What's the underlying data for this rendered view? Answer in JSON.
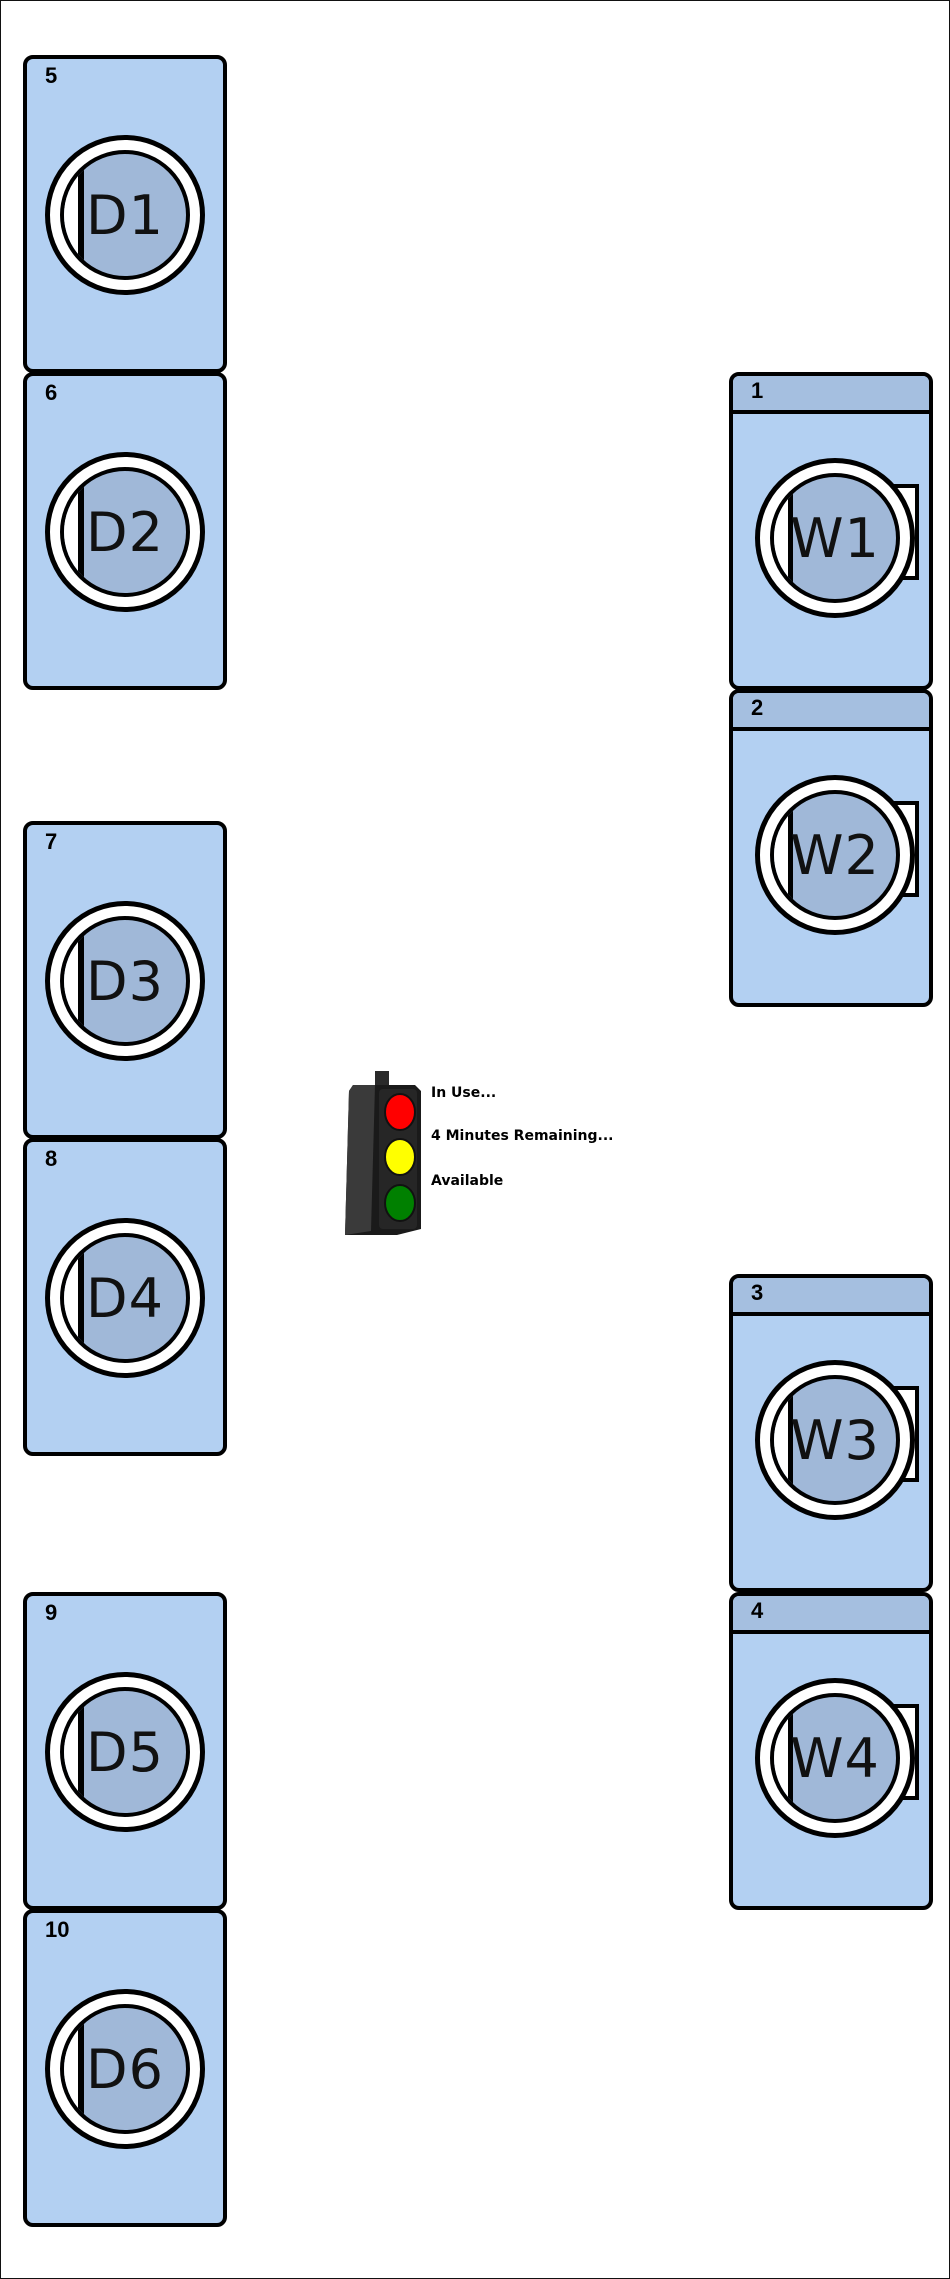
{
  "dryers": [
    {
      "number": "5",
      "label": "D1"
    },
    {
      "number": "6",
      "label": "D2"
    },
    {
      "number": "7",
      "label": "D3"
    },
    {
      "number": "8",
      "label": "D4"
    },
    {
      "number": "9",
      "label": "D5"
    },
    {
      "number": "10",
      "label": "D6"
    }
  ],
  "washers": [
    {
      "number": "1",
      "label": "W1"
    },
    {
      "number": "2",
      "label": "W2"
    },
    {
      "number": "3",
      "label": "W3"
    },
    {
      "number": "4",
      "label": "W4"
    }
  ],
  "legend": {
    "in_use": "In Use...",
    "minutes_remaining": "4 Minutes Remaining...",
    "available": "Available"
  },
  "colors": {
    "machine_fill": "#b3d0f2",
    "drum_fill": "#a0b8d8",
    "light_red": "#ff0000",
    "light_yellow": "#ffff00",
    "light_green": "#008000"
  }
}
